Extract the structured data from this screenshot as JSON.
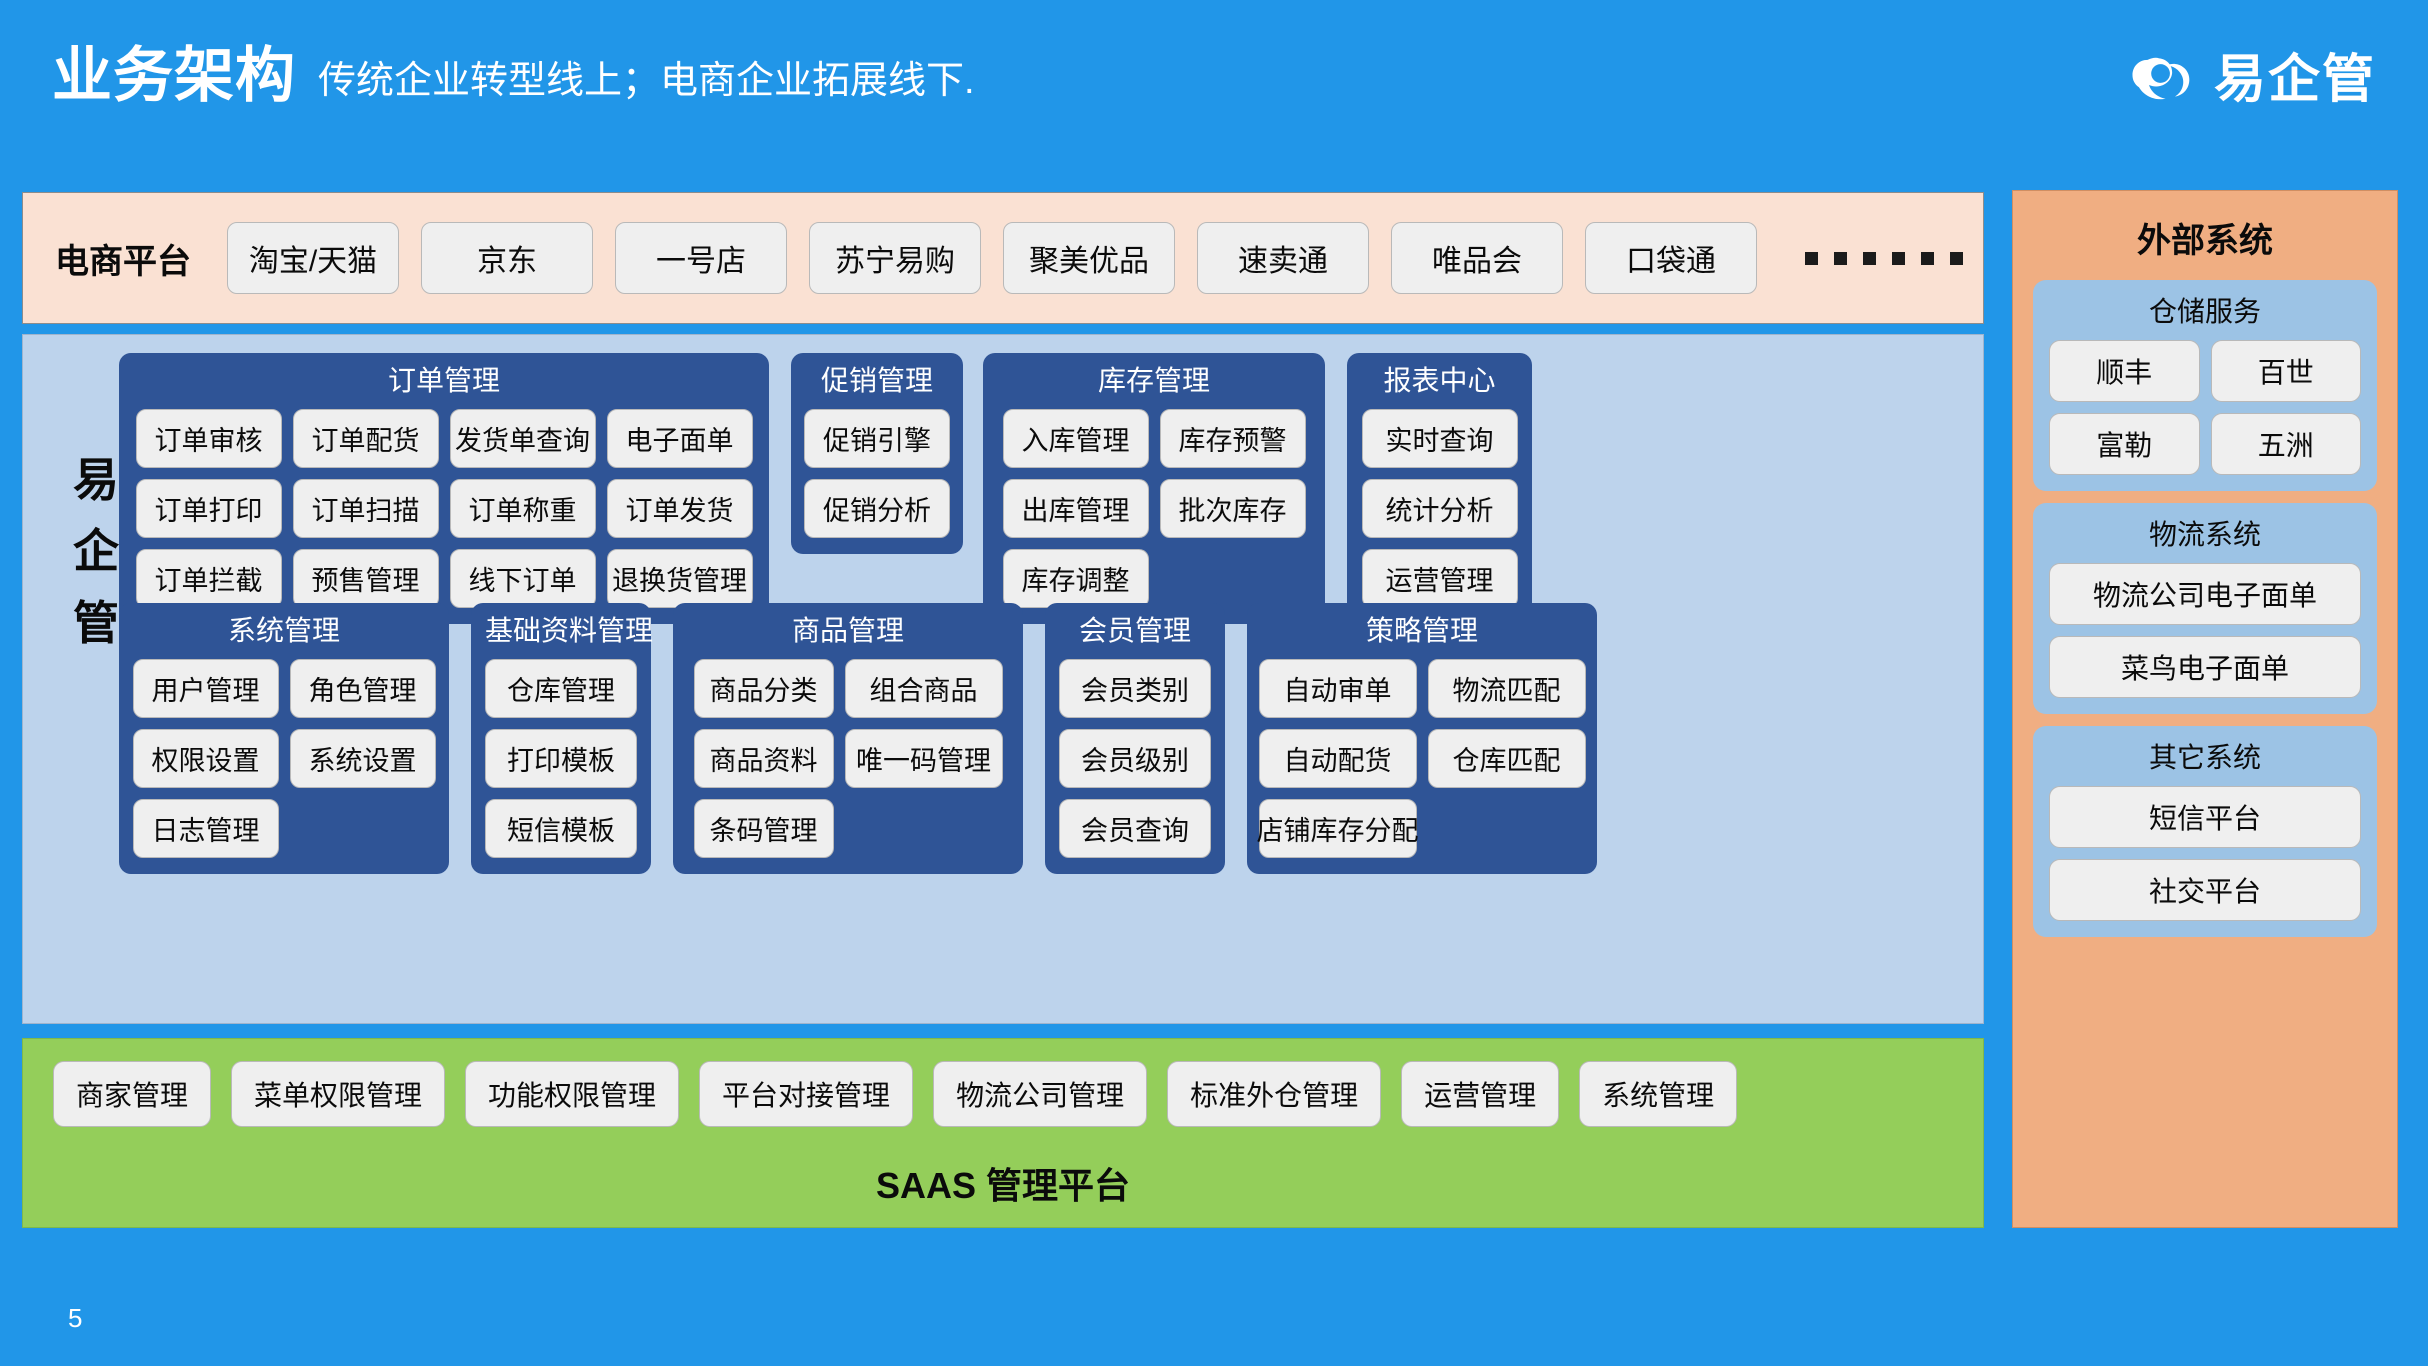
{
  "header": {
    "title": "业务架构",
    "subtitle": "传统企业转型线上；电商企业拓展线下.",
    "logo_text": "易企管",
    "logo_icon": "cloud-logo-icon"
  },
  "colors": {
    "background_blue": "#2196E8",
    "peach": "#FAE1D3",
    "light_blue_panel": "#BDD3EC",
    "group_dark_blue": "#2F5496",
    "saas_green": "#94CE5A",
    "external_orange": "#F0AE82",
    "external_inner_blue": "#9CC3E5",
    "pill_grey": "#EFEFEF"
  },
  "ecommerce": {
    "label": "电商平台",
    "platforms": [
      "淘宝/天猫",
      "京东",
      "一号店",
      "苏宁易购",
      "聚美优品",
      "速卖通",
      "唯品会",
      "口袋通"
    ],
    "more_dots": 6
  },
  "core": {
    "side_label_chars": [
      "易",
      "企",
      "管"
    ],
    "groups": [
      {
        "id": "order",
        "title": "订单管理",
        "items": [
          "订单审核",
          "订单配货",
          "发货单查询",
          "电子面单",
          "订单打印",
          "订单扫描",
          "订单称重",
          "订单发货",
          "订单拦截",
          "预售管理",
          "线下订单",
          "退换货管理"
        ]
      },
      {
        "id": "promo",
        "title": "促销管理",
        "items": [
          "促销引擎",
          "促销分析"
        ]
      },
      {
        "id": "stock",
        "title": "库存管理",
        "items": [
          "入库管理",
          "库存预警",
          "出库管理",
          "批次库存",
          "库存调整"
        ]
      },
      {
        "id": "report",
        "title": "报表中心",
        "items": [
          "实时查询",
          "统计分析",
          "运营管理"
        ]
      },
      {
        "id": "sys",
        "title": "系统管理",
        "items": [
          "用户管理",
          "角色管理",
          "权限设置",
          "系统设置",
          "日志管理"
        ]
      },
      {
        "id": "base",
        "title": "基础资料管理",
        "items": [
          "仓库管理",
          "打印模板",
          "短信模板"
        ]
      },
      {
        "id": "goods",
        "title": "商品管理",
        "items": [
          "商品分类",
          "组合商品",
          "商品资料",
          "唯一码管理",
          "条码管理"
        ]
      },
      {
        "id": "member",
        "title": "会员管理",
        "items": [
          "会员类别",
          "会员级别",
          "会员查询"
        ]
      },
      {
        "id": "policy",
        "title": "策略管理",
        "items": [
          "自动审单",
          "物流匹配",
          "自动配货",
          "仓库匹配",
          "店铺库存分配"
        ]
      }
    ]
  },
  "saas": {
    "title": "SAAS 管理平台",
    "items": [
      "商家管理",
      "菜单权限管理",
      "功能权限管理",
      "平台对接管理",
      "物流公司管理",
      "标准外仓管理",
      "运营管理",
      "系统管理"
    ]
  },
  "external": {
    "title": "外部系统",
    "boxes": [
      {
        "id": "warehouse",
        "title": "仓储服务",
        "layout": "two",
        "items": [
          "顺丰",
          "百世",
          "富勒",
          "五洲"
        ]
      },
      {
        "id": "logistics",
        "title": "物流系统",
        "layout": "one",
        "items": [
          "物流公司电子面单",
          "菜鸟电子面单"
        ]
      },
      {
        "id": "others",
        "title": "其它系统",
        "layout": "one",
        "items": [
          "短信平台",
          "社交平台"
        ]
      }
    ]
  },
  "footer": {
    "page_number": "5"
  }
}
